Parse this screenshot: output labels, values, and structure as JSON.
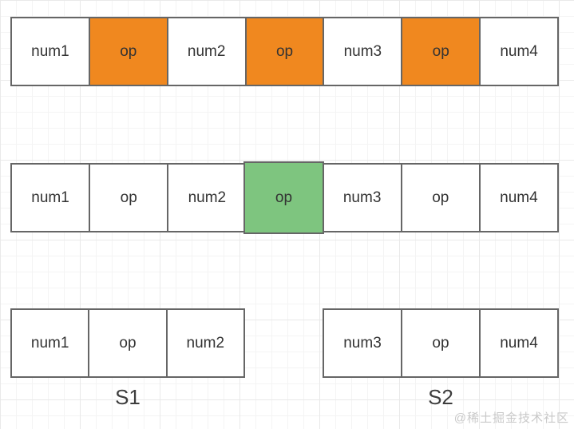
{
  "colors": {
    "orange": "#f0881f",
    "green": "#7ec57f",
    "border": "#666666",
    "cell_text": "#333333",
    "label_text": "#3d3d3d",
    "watermark": "#c9c9c9"
  },
  "diagram": {
    "rows": [
      {
        "id": "expression-full",
        "cells": [
          {
            "label": "num1",
            "fill": "white"
          },
          {
            "label": "op",
            "fill": "orange"
          },
          {
            "label": "num2",
            "fill": "white"
          },
          {
            "label": "op",
            "fill": "orange"
          },
          {
            "label": "num3",
            "fill": "white"
          },
          {
            "label": "op",
            "fill": "orange"
          },
          {
            "label": "num4",
            "fill": "white"
          }
        ]
      },
      {
        "id": "expression-split-operator",
        "cells": [
          {
            "label": "num1",
            "fill": "white"
          },
          {
            "label": "op",
            "fill": "white"
          },
          {
            "label": "num2",
            "fill": "white"
          },
          {
            "label": "op",
            "fill": "green"
          },
          {
            "label": "num3",
            "fill": "white"
          },
          {
            "label": "op",
            "fill": "white"
          },
          {
            "label": "num4",
            "fill": "white"
          }
        ]
      },
      {
        "id": "subexpression-s1",
        "label": "S1",
        "cells": [
          {
            "label": "num1",
            "fill": "white"
          },
          {
            "label": "op",
            "fill": "white"
          },
          {
            "label": "num2",
            "fill": "white"
          }
        ]
      },
      {
        "id": "subexpression-s2",
        "label": "S2",
        "cells": [
          {
            "label": "num3",
            "fill": "white"
          },
          {
            "label": "op",
            "fill": "white"
          },
          {
            "label": "num4",
            "fill": "white"
          }
        ]
      }
    ]
  },
  "watermark": {
    "text": "@稀土掘金技术社区"
  }
}
